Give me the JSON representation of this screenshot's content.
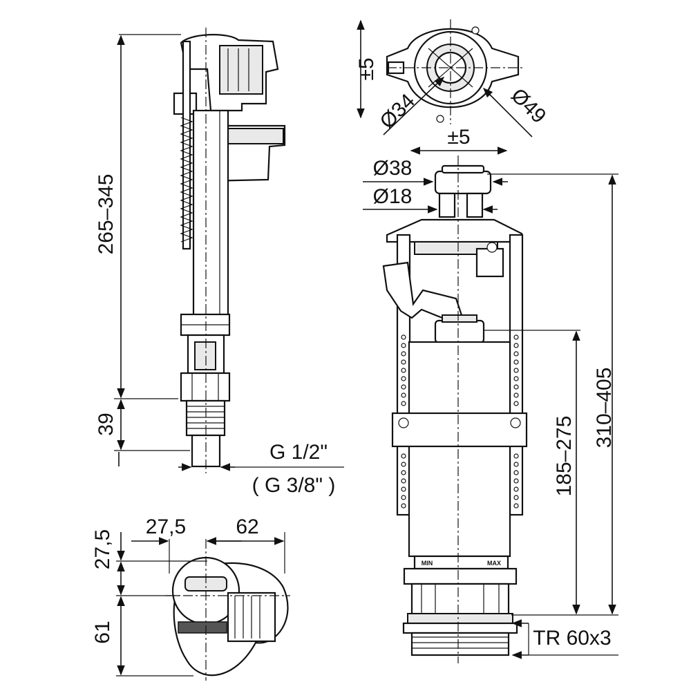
{
  "fill_valve": {
    "dim_height": "265–345",
    "dim_thread_length": "39",
    "thread_main": "G 1/2\"",
    "thread_alt": "( G 3/8\" )"
  },
  "top_view": {
    "dim_a": "27,5",
    "dim_b": "62",
    "dim_c": "27,5",
    "dim_d": "61"
  },
  "button_view": {
    "offset": "±5",
    "inner_diameter": "Ø34",
    "outer_diameter": "Ø49"
  },
  "flush_valve": {
    "offset": "±5",
    "button_diameter": "Ø38",
    "rod_diameter": "Ø18",
    "dim_float_height": "185–275",
    "dim_total_height": "310–405",
    "thread": "TR 60x3",
    "scale_min": "MIN",
    "scale_max": "MAX"
  }
}
